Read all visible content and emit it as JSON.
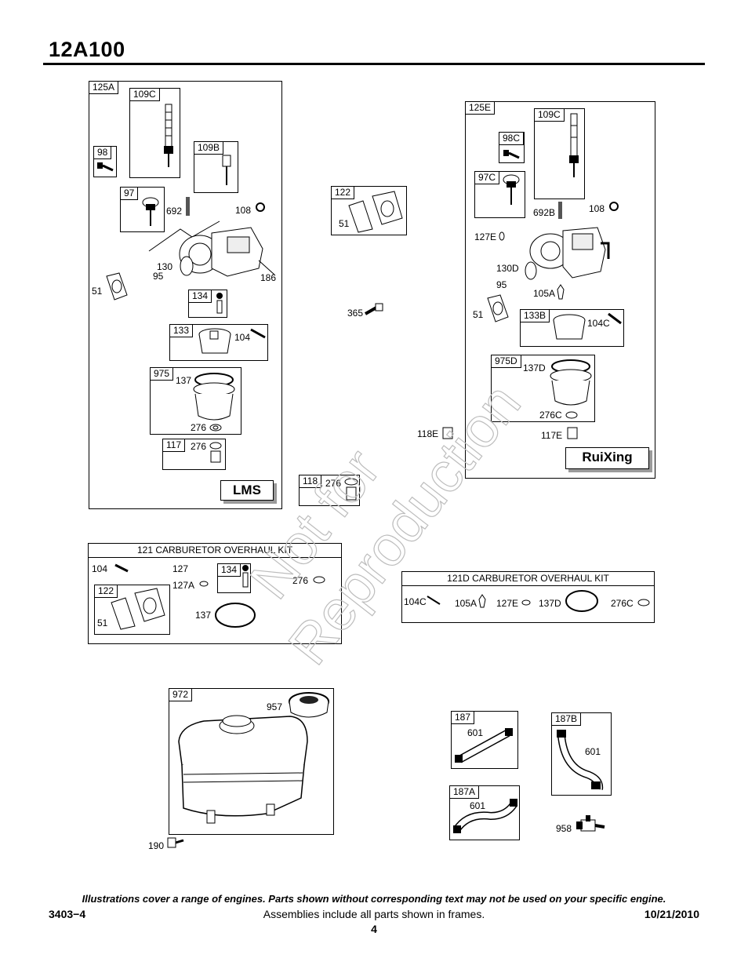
{
  "header": {
    "model": "12A100"
  },
  "lms_group": {
    "assembly_tag": "125A",
    "tags": [
      "109C",
      "98",
      "109B",
      "97",
      "134",
      "133",
      "975",
      "117"
    ],
    "labels": [
      "692",
      "108",
      "130",
      "95",
      "186",
      "51",
      "104",
      "137",
      "276",
      "276"
    ],
    "brand": "LMS"
  },
  "ruixing_group": {
    "assembly_tag": "125E",
    "tags": [
      "109C",
      "98C",
      "97C",
      "133B",
      "975D"
    ],
    "labels": [
      "692B",
      "108",
      "127E",
      "130D",
      "95",
      "105A",
      "51",
      "104C",
      "137D",
      "276C",
      "117E"
    ],
    "brand": "RuiXing"
  },
  "middle": {
    "intake_tag": "122",
    "intake_label": "51",
    "bolt_label": "365",
    "bowl_nut_tag": "118",
    "bowl_nut_label": "276",
    "nut_118e_label": "118E"
  },
  "kit_121": {
    "title": "121 CARBURETOR OVERHAUL KIT",
    "labels": [
      "104",
      "127",
      "127A",
      "276",
      "51",
      "137"
    ],
    "tags": [
      "134",
      "122"
    ]
  },
  "kit_121d": {
    "title": "121D CARBURETOR OVERHAUL KIT",
    "labels": [
      "104C",
      "105A",
      "127E",
      "137D",
      "276C"
    ]
  },
  "fuel_tank": {
    "tag": "972",
    "cap_label": "957",
    "screw_label": "190"
  },
  "fuel_lines": {
    "tags": [
      "187",
      "187B",
      "187A"
    ],
    "labels": [
      "601",
      "601",
      "601"
    ],
    "valve_label": "958"
  },
  "watermark": [
    "Not for",
    "Reproduction"
  ],
  "footer": {
    "note": "Illustrations cover a range of engines. Parts shown without corresponding text may not be used on your specific engine.",
    "doc_number": "3403−4",
    "assemblies": "Assemblies include all parts shown in frames.",
    "date": "10/21/2010",
    "page": "4"
  }
}
